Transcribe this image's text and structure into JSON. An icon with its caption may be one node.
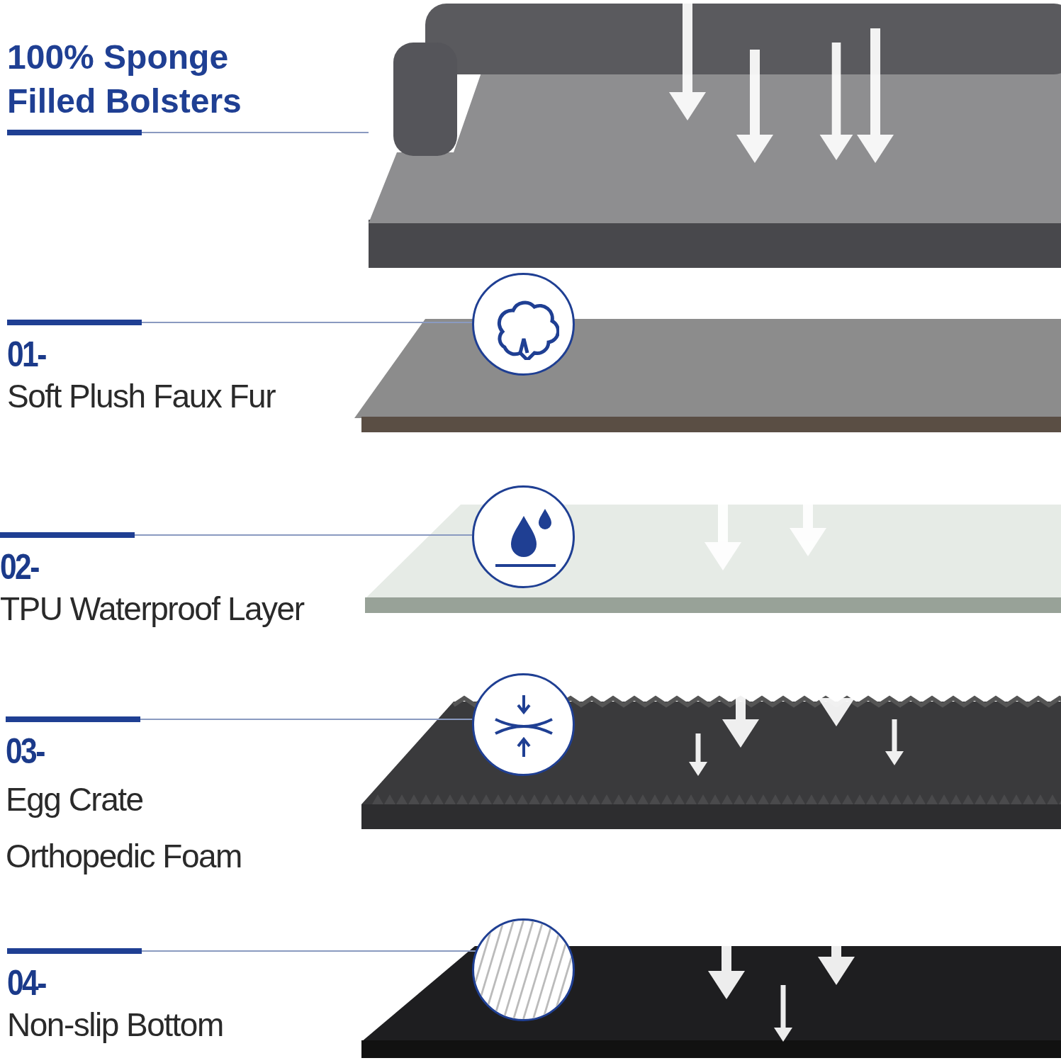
{
  "diagram": {
    "nodes": [
      {
        "text": [
          "100% Sponge Filled Bolsters"
        ]
      },
      {
        "text": [],
        "shape": "picture"
      },
      {
        "text": [
          "01-",
          "Soft Plush Faux Fur"
        ]
      },
      {
        "text": [],
        "shape": "circle"
      },
      {
        "text": [],
        "shape": "picture"
      },
      {
        "text": [
          "02-",
          "TPU Waterproof Layer"
        ]
      },
      {
        "text": [],
        "shape": "circle"
      },
      {
        "text": [],
        "shape": "picture"
      },
      {
        "text": [
          "03-",
          "Egg Crate Orthopedic Foam"
        ]
      },
      {
        "text": [],
        "shape": "circle"
      },
      {
        "text": [],
        "shape": "picture"
      },
      {
        "text": [
          "04-",
          "Non-slip Bottom"
        ]
      },
      {
        "text": [],
        "shape": "circle"
      },
      {
        "text": [],
        "shape": "picture"
      }
    ],
    "edges": [
      {
        "from": 0,
        "to": 1,
        "arrow": "none"
      },
      {
        "from": 2,
        "to": 3,
        "arrow": "none"
      },
      {
        "from": 5,
        "to": 6,
        "arrow": "none"
      },
      {
        "from": 8,
        "to": 9,
        "arrow": "none"
      },
      {
        "from": 11,
        "to": 12,
        "arrow": "none"
      }
    ]
  }
}
